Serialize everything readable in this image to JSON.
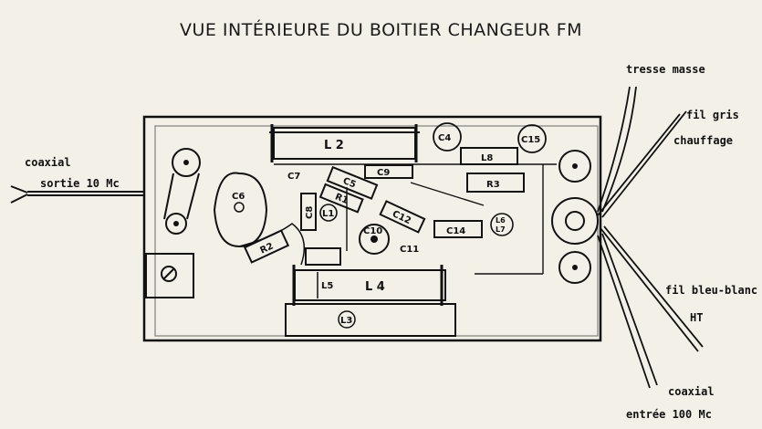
{
  "title": "VUE INTÉRIEURE DU BOITIER CHANGEUR FM",
  "wires": {
    "left_top": "coaxial",
    "left_bottom": "sortie 10 Mc",
    "right_1": "tresse masse",
    "right_2a": "fil gris",
    "right_2b": "chauffage",
    "right_3": "fil bleu-blanc",
    "right_3b": "HT",
    "right_4a": "coaxial",
    "right_4b": "entrée 100 Mc"
  },
  "components": {
    "L2": "L 2",
    "C4": "C4",
    "C15": "C15",
    "L8": "L8",
    "C7": "C7",
    "C9": "C9",
    "R3": "R3",
    "C5": "C5",
    "R1": "R1",
    "C6": "C6",
    "C8": "C8",
    "L1": "L1",
    "C12": "C12",
    "C14": "C14",
    "L6": "L6",
    "L7": "L7",
    "C10": "C10",
    "C11": "C11",
    "R2": "R2",
    "L5": "L5",
    "L4": "L 4",
    "L3": "L3"
  }
}
